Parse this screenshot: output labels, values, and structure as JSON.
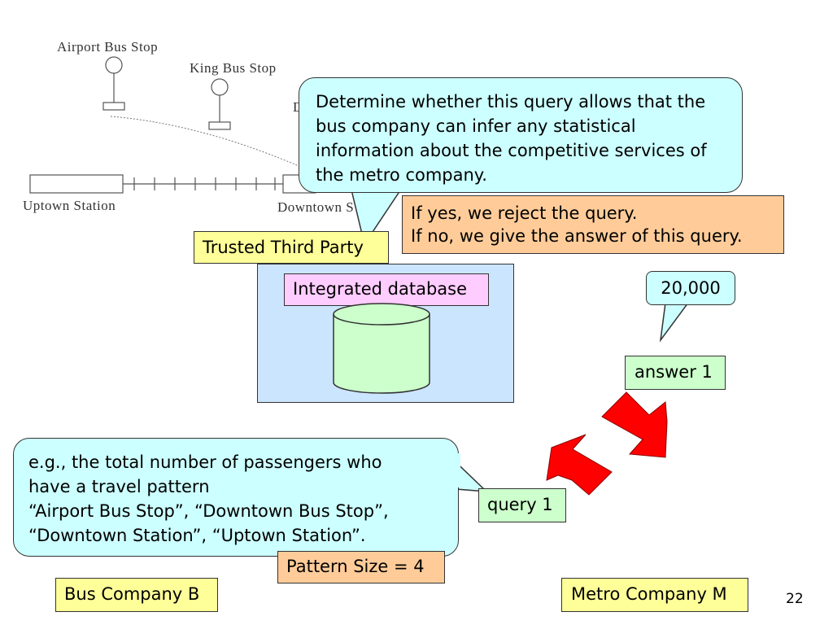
{
  "map": {
    "airport_bus_stop": "Airport Bus Stop",
    "king_bus_stop": "King Bus Stop",
    "uptown_station": "Uptown Station",
    "downtown_station": "Downtown S",
    "hidden_label_char": "D"
  },
  "labels": {
    "trusted_third_party": "Trusted Third Party",
    "integrated_database": "Integrated database",
    "answer": "answer 1",
    "query": "query 1",
    "pattern_size": "Pattern Size = 4",
    "bus_company": "Bus Company B",
    "metro_company": "Metro Company M",
    "page_number": "22"
  },
  "callouts": {
    "determine": "Determine whether this query allows that the bus company can infer any statistical information about the competitive services of the metro company.",
    "decision_line1": "If yes, we reject the query.",
    "decision_line2": "If no, we give the answer of this query.",
    "answer_value": "20,000",
    "example_line1": "e.g., the total number of passengers who have a travel pattern",
    "example_line2": "“Airport Bus Stop”, “Downtown Bus Stop”, “Downtown Station”, “Uptown Station”."
  },
  "colors": {
    "light_yellow": "#ffff99",
    "light_green": "#ccffcc",
    "light_blue": "#cce5ff",
    "pink": "#ffccff",
    "orange": "#ffcc99",
    "cyan": "#ccffff",
    "arrow_red": "#ff0000"
  }
}
